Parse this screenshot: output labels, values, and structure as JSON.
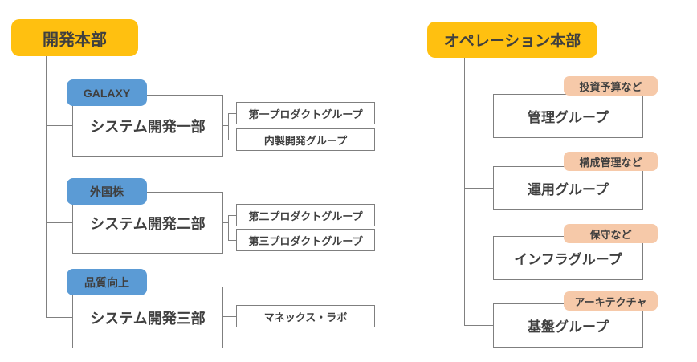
{
  "diagram": {
    "left": {
      "header": "開発本部",
      "departments": [
        {
          "tag": "GALAXY",
          "name": "システム開発一部",
          "children": [
            "第一プロダクトグループ",
            "内製開発グループ"
          ]
        },
        {
          "tag": "外国株",
          "name": "システム開発二部",
          "children": [
            "第二プロダクトグループ",
            "第三プロダクトグループ"
          ]
        },
        {
          "tag": "品質向上",
          "name": "システム開発三部",
          "children": [
            "マネックス・ラボ"
          ]
        }
      ]
    },
    "right": {
      "header": "オペレーション本部",
      "groups": [
        {
          "tag": "投資予算など",
          "name": "管理グループ"
        },
        {
          "tag": "構成管理など",
          "name": "運用グループ"
        },
        {
          "tag": "保守など",
          "name": "インフラグループ"
        },
        {
          "tag": "アーキテクチャ",
          "name": "基盤グループ"
        }
      ]
    },
    "colors": {
      "header_fill": "#FFC010",
      "blue_tag_fill": "#5B9BD5",
      "peach_tag_fill": "#F6C9A9",
      "box_border": "#7F7F7F",
      "connector": "#808080",
      "text": "#3F3F3F",
      "background": "#FFFFFF"
    }
  }
}
